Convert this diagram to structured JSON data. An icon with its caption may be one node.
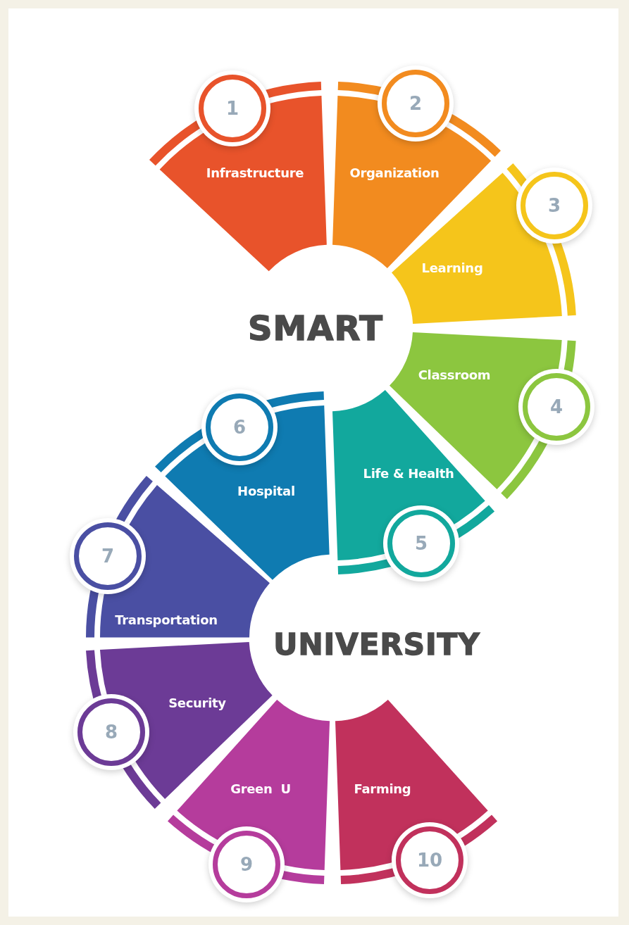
{
  "diagram": {
    "nodes": [
      {
        "text": [
          "Infrastructure"
        ]
      },
      {
        "text": [
          "Organization"
        ]
      },
      {
        "text": [
          "Learning"
        ]
      },
      {
        "text": [
          "Classroom"
        ]
      },
      {
        "text": [
          "Life & Health"
        ]
      },
      {
        "text": [
          "Hospital"
        ]
      },
      {
        "text": [
          "Transportation"
        ]
      },
      {
        "text": [
          "Security"
        ]
      },
      {
        "text": [
          "Green  U"
        ]
      },
      {
        "text": [
          "Farming"
        ]
      },
      {
        "text": [
          "1"
        ]
      },
      {
        "text": [
          "2"
        ]
      },
      {
        "text": [
          "3"
        ]
      },
      {
        "text": [
          "4"
        ]
      },
      {
        "text": [
          "5"
        ]
      },
      {
        "text": [
          "6"
        ]
      },
      {
        "text": [
          "7"
        ]
      },
      {
        "text": [
          "8"
        ]
      },
      {
        "text": [
          "9"
        ]
      },
      {
        "text": [
          "10"
        ]
      }
    ],
    "labels": [
      "SMART",
      "UNIVERSITY"
    ]
  }
}
